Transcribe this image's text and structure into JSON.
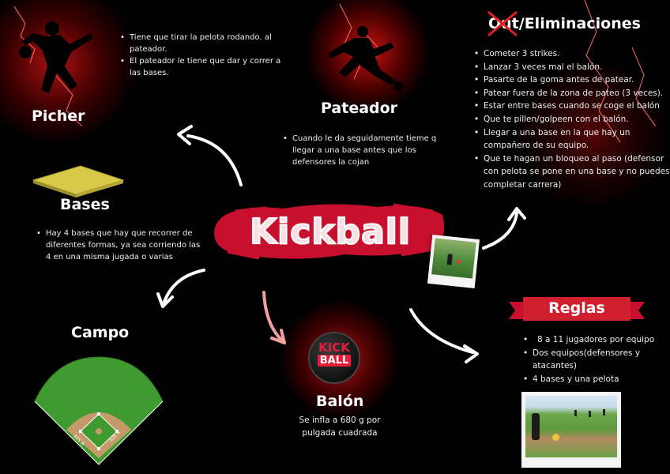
{
  "title": "Kickball",
  "picher": {
    "heading": "Picher",
    "items": [
      "Tiene que tirar la pelota rodando. al pateador.",
      "El pateador le tiene que dar y correr a las bases."
    ]
  },
  "pateador": {
    "heading": "Pateador",
    "items": [
      "Cuando le da seguidamente tieme q llegar a una base antes que los defensores la cojan"
    ]
  },
  "eliminaciones": {
    "struck": "Out",
    "heading": "/Eliminaciones",
    "items": [
      "Cometer 3 strikes.",
      "Lanzar 3 veces mal el balón.",
      "Pasarte de la goma antes de patear.",
      "Patear fuera de la zona de pateo (3 veces).",
      "Estar entre bases cuando se coge el balón",
      "Que te pillen/golpeen con el balón.",
      "Llegar a una base en la que hay un compañero de su equipo.",
      "Que te hagan un bloqueo al paso (defensor con pelota se pone en una base y no puedes completar carrera)"
    ]
  },
  "bases": {
    "heading": "Bases",
    "items": [
      "Hay 4 bases que hay que recorrer de diferentes formas, ya sea corriendo las 4 en una misma jugada o varias"
    ]
  },
  "campo": {
    "heading": "Campo",
    "field_labels": [
      "325 ft",
      "325 ft"
    ]
  },
  "balon": {
    "heading": "Balón",
    "logo_top": "KICK",
    "logo_bottom": "BALL",
    "description": "Se infla a 680 g por pulgada cuadrada"
  },
  "reglas": {
    "heading": "Reglas",
    "items": [
      "8 a 11 jugadores por equipo",
      "Dos equipos(defensores y atacantes)",
      "4 bases y una pelota"
    ]
  },
  "colors": {
    "background": "#000000",
    "red": "#c8102e",
    "field_green": "#3f9b2f",
    "infield_tan": "#c59a6a",
    "base_yellow": "#d8c94a"
  }
}
